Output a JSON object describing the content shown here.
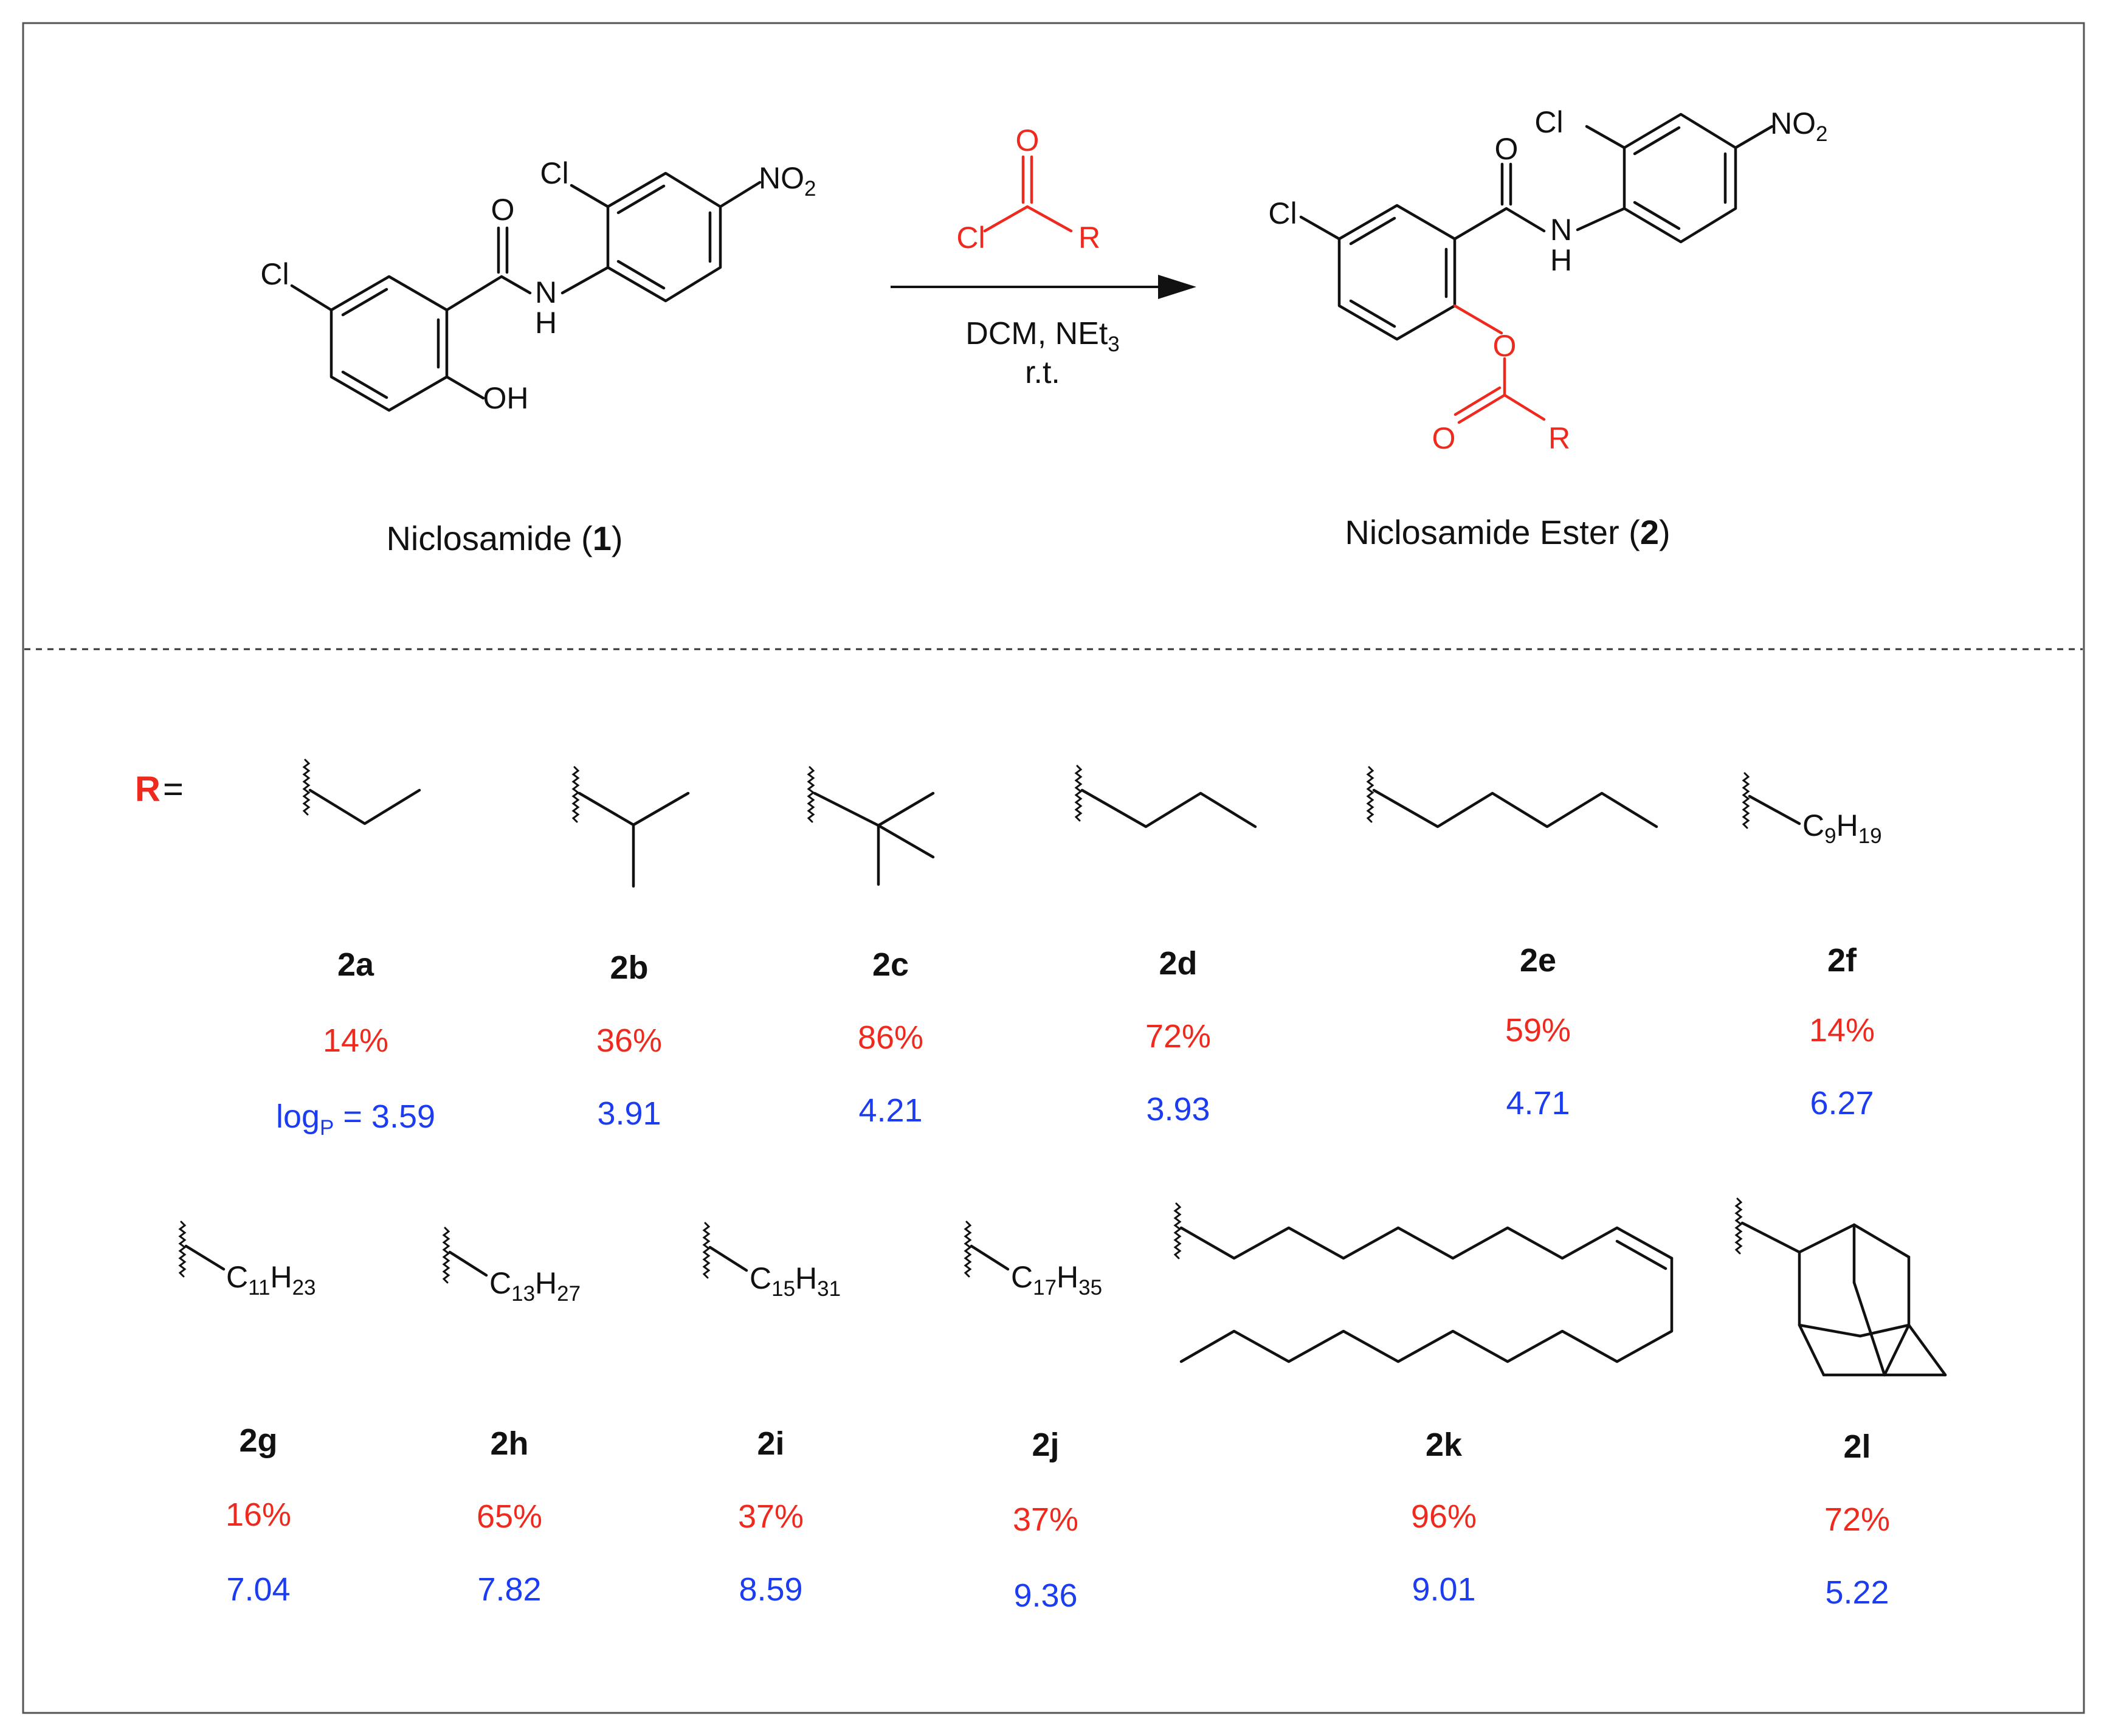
{
  "reaction": {
    "reagent": {
      "acyl_o": "O",
      "acyl_cl": "Cl",
      "acyl_r": "R"
    },
    "conditions": {
      "line1_main": "DCM, NEt",
      "line1_sub": "3",
      "line2": "r.t."
    },
    "starting_material": {
      "caption_main": "Niclosamide (",
      "caption_num": "1",
      "caption_end": ")",
      "atoms": {
        "cl_ring": "Cl",
        "cl_ortho": "Cl",
        "o_carbonyl": "O",
        "n": "N",
        "h": "H",
        "oh": "OH",
        "no2_main": "NO",
        "no2_sub": "2"
      }
    },
    "product": {
      "caption_main": "Niclosamide Ester (",
      "caption_num": "2",
      "caption_end": ")",
      "atoms": {
        "cl_ring": "Cl",
        "cl_ortho": "Cl",
        "o_carbonyl": "O",
        "n": "N",
        "h": "H",
        "o_ester": "O",
        "o_ester_carbonyl": "O",
        "r": "R",
        "no2_main": "NO",
        "no2_sub": "2"
      }
    }
  },
  "r_legend": {
    "label": "R",
    "equals": "="
  },
  "compounds": [
    {
      "id": "2a",
      "yield": "14%",
      "logp_prefix": "log",
      "logp_sub": "P",
      "logp_eq": " = 3.59",
      "logp": "3.59"
    },
    {
      "id": "2b",
      "yield": "36%",
      "logp": "3.91"
    },
    {
      "id": "2c",
      "yield": "86%",
      "logp": "4.21"
    },
    {
      "id": "2d",
      "yield": "72%",
      "logp": "3.93"
    },
    {
      "id": "2e",
      "yield": "59%",
      "logp": "4.71"
    },
    {
      "id": "2f",
      "yield": "14%",
      "logp": "6.27",
      "formula": {
        "c": "C",
        "c_n": "9",
        "h": "H",
        "h_n": "19"
      }
    },
    {
      "id": "2g",
      "yield": "16%",
      "logp": "7.04",
      "formula": {
        "c": "C",
        "c_n": "11",
        "h": "H",
        "h_n": "23"
      }
    },
    {
      "id": "2h",
      "yield": "65%",
      "logp": "7.82",
      "formula": {
        "c": "C",
        "c_n": "13",
        "h": "H",
        "h_n": "27"
      }
    },
    {
      "id": "2i",
      "yield": "37%",
      "logp": "8.59",
      "formula": {
        "c": "C",
        "c_n": "15",
        "h": "H",
        "h_n": "31"
      }
    },
    {
      "id": "2j",
      "yield": "37%",
      "logp": "9.36",
      "formula": {
        "c": "C",
        "c_n": "17",
        "h": "H",
        "h_n": "35"
      }
    },
    {
      "id": "2k",
      "yield": "96%",
      "logp": "9.01"
    },
    {
      "id": "2l",
      "yield": "72%",
      "logp": "5.22"
    }
  ],
  "colors": {
    "yield": "#ee2a1e",
    "logp": "#1b3cf0",
    "reagent": "#ee2a1e",
    "text": "#111111"
  }
}
